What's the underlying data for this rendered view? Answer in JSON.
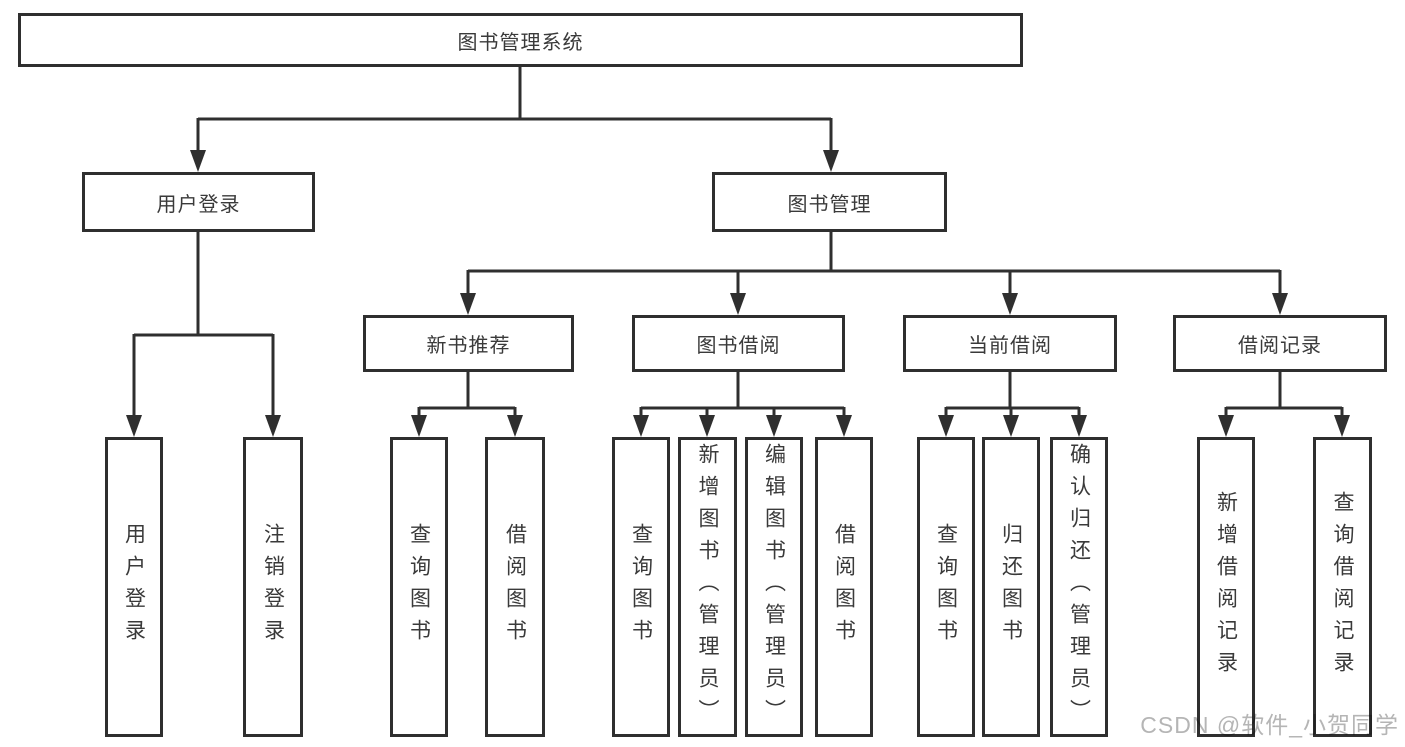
{
  "nodes": {
    "root": "图书管理系统",
    "user_login": "用户登录",
    "book_mgmt": "图书管理",
    "new_book_rec": "新书推荐",
    "book_borrow": "图书借阅",
    "current_borrow": "当前借阅",
    "borrow_records": "借阅记录",
    "ul_login": "用户登录",
    "ul_logout": "注销登录",
    "rec_query": "查询图书",
    "rec_borrow": "借阅图书",
    "bb_query": "查询图书",
    "bb_add": "新增图书（管理员）",
    "bb_edit": "编辑图书（管理员）",
    "bb_borrow": "借阅图书",
    "cb_query": "查询图书",
    "cb_return": "归还图书",
    "cb_confirm": "确认归还（管理员）",
    "br_add": "新增借阅记录",
    "br_query": "查询借阅记录"
  },
  "hierarchy": {
    "图书管理系统": [
      "用户登录",
      "图书管理"
    ],
    "用户登录": [
      "用户登录",
      "注销登录"
    ],
    "图书管理": [
      "新书推荐",
      "图书借阅",
      "当前借阅",
      "借阅记录"
    ],
    "新书推荐": [
      "查询图书",
      "借阅图书"
    ],
    "图书借阅": [
      "查询图书",
      "新增图书（管理员）",
      "编辑图书（管理员）",
      "借阅图书"
    ],
    "当前借阅": [
      "查询图书",
      "归还图书",
      "确认归还（管理员）"
    ],
    "借阅记录": [
      "新增借阅记录",
      "查询借阅记录"
    ]
  },
  "watermark": "CSDN @软件_小贺同学",
  "colors": {
    "line": "#2f2f2f",
    "border": "#2f2f2f",
    "text": "#3a3a3a",
    "watermark": "#b5b5b5",
    "background": "#ffffff"
  }
}
